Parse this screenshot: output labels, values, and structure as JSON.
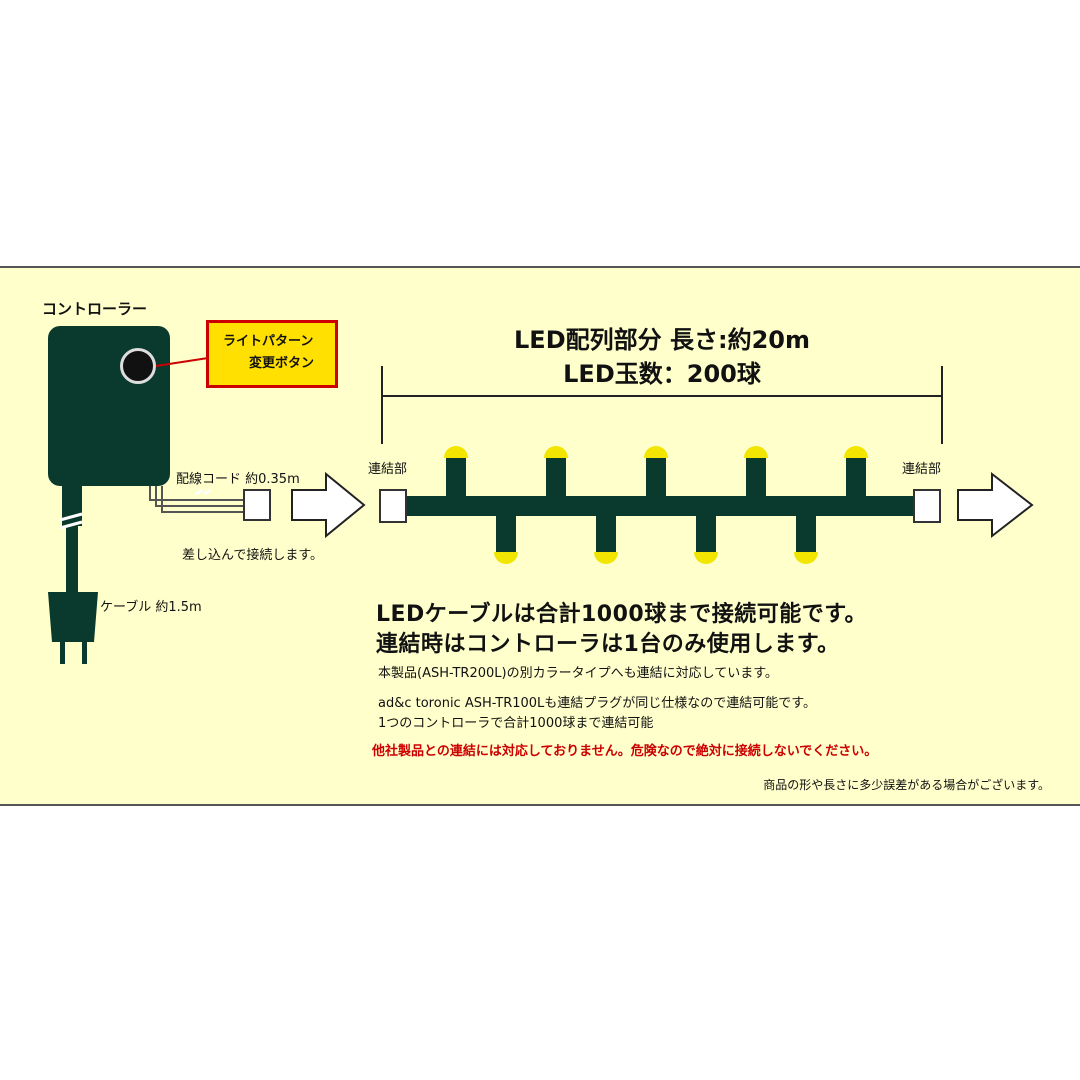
{
  "controller": {
    "title": "コントローラー",
    "button_callout_line1": "ライトパターン",
    "button_callout_line2": "変更ボタン",
    "wire_label": "配線コード 約0.35m",
    "plug_note": "差し込んで接続します。",
    "cable_label": "ケーブル 約1.5m"
  },
  "led_string": {
    "spec_length": "LED配列部分 長さ:約20m",
    "spec_count": "LED玉数：200球",
    "connector_left_label": "連結部",
    "connector_right_label": "連結部"
  },
  "description": {
    "line1": "LEDケーブルは合計1000球まで接続可能です。",
    "line2": "連結時はコントローラは1台のみ使用します。",
    "note1": "本製品(ASH-TR200L)の別カラータイプへも連結に対応しています。",
    "note2": "ad&c toronic ASH-TR100Lも連結プラグが同じ仕様なので連結可能です。",
    "note3": "1つのコントローラで合計1000球まで連結可能",
    "warning": "他社製品との連結には対応しておりません。危険なので絶対に接続しないでください。",
    "disclaimer": "商品の形や長さに多少誤差がある場合がございます。"
  },
  "colors": {
    "panel_bg": "#ffffcc",
    "cable_green": "#0a3a2e",
    "led_yellow": "#f2e600",
    "callout_yellow": "#ffe000",
    "callout_border": "#cc0000",
    "warning_red": "#cc0000"
  }
}
